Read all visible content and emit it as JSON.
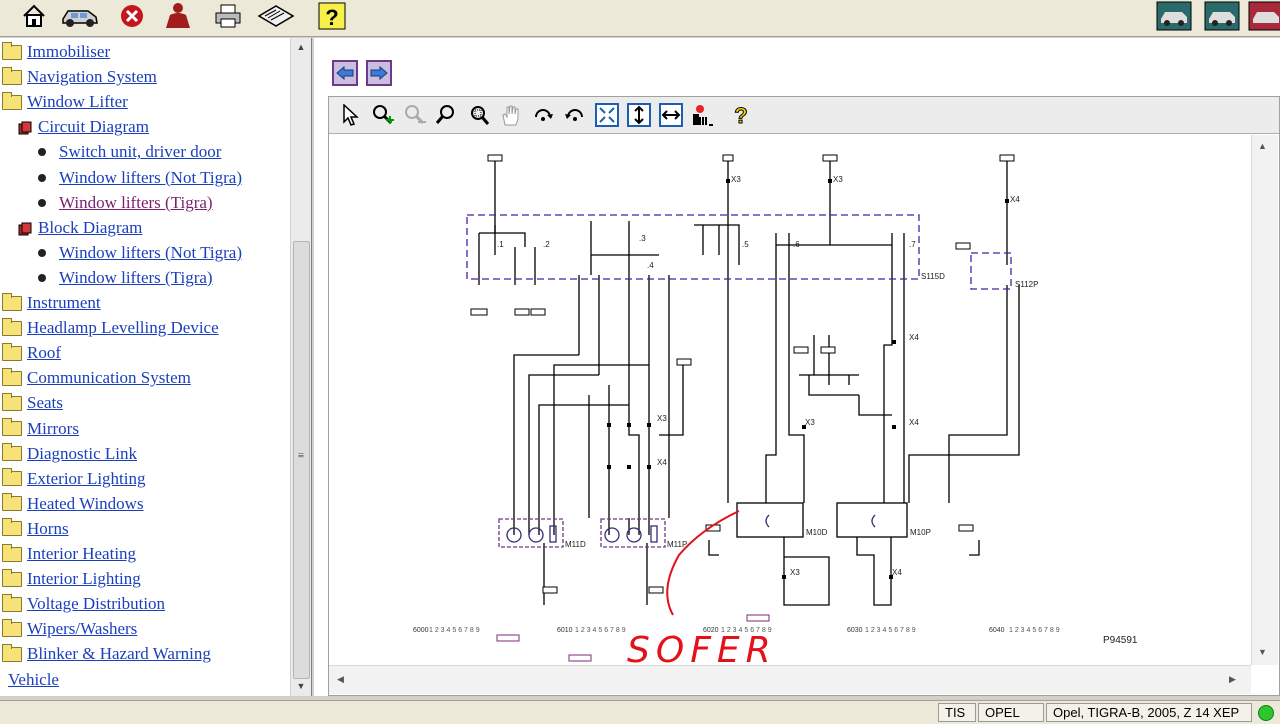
{
  "toolbar": {
    "icons": [
      "home-icon",
      "vehicle-icon",
      "stop-icon",
      "person-icon",
      "printer-icon",
      "notebook-icon",
      "help-icon"
    ],
    "right_icons": [
      "vehicle-icon",
      "vehicle-icon",
      "vehicle-icon"
    ]
  },
  "tree": {
    "items": [
      {
        "label": "Immobiliser",
        "type": "folder"
      },
      {
        "label": "Navigation System",
        "type": "folder"
      },
      {
        "label": "Window Lifter",
        "type": "folder-open"
      },
      {
        "label": "Circuit Diagram",
        "type": "book"
      },
      {
        "label": "Switch unit, driver door",
        "type": "leaf"
      },
      {
        "label": "Window lifters (Not Tigra)",
        "type": "leaf"
      },
      {
        "label": "Window lifters (Tigra)",
        "type": "leaf",
        "visited": true
      },
      {
        "label": "Block Diagram",
        "type": "book"
      },
      {
        "label": "Window lifters (Not Tigra)",
        "type": "leaf"
      },
      {
        "label": "Window lifters (Tigra)",
        "type": "leaf"
      },
      {
        "label": "Instrument",
        "type": "folder"
      },
      {
        "label": "Headlamp Levelling Device",
        "type": "folder"
      },
      {
        "label": "Roof",
        "type": "folder"
      },
      {
        "label": "Communication System",
        "type": "folder"
      },
      {
        "label": "Seats",
        "type": "folder"
      },
      {
        "label": "Mirrors",
        "type": "folder"
      },
      {
        "label": "Diagnostic Link",
        "type": "folder"
      },
      {
        "label": "Exterior Lighting",
        "type": "folder"
      },
      {
        "label": "Heated Windows",
        "type": "folder"
      },
      {
        "label": "Horns",
        "type": "folder"
      },
      {
        "label": "Interior Heating",
        "type": "folder"
      },
      {
        "label": "Interior Lighting",
        "type": "folder"
      },
      {
        "label": "Voltage Distribution",
        "type": "folder"
      },
      {
        "label": "Wipers/Washers",
        "type": "folder"
      },
      {
        "label": "Blinker & Hazard Warning",
        "type": "folder"
      },
      {
        "label": "Vehicle",
        "type": "root"
      }
    ]
  },
  "diagram": {
    "connector_labels": [
      "X3",
      "X3",
      "X4",
      "X3",
      "X3",
      "X4",
      "X3",
      "X4",
      "X4",
      "X4"
    ],
    "component_labels": [
      "S115D",
      "S112P",
      "M11D",
      "M11P",
      "M10D",
      "M10P"
    ],
    "switch_labels": [
      ".1",
      ".2",
      ".3",
      ".4",
      ".5",
      ".6",
      ".7"
    ],
    "ruler_left": "6000",
    "ruler_mid1": "6010",
    "ruler_mid2": "6020",
    "ruler_mid3": "6030",
    "ruler_right": "6040",
    "drawing_no": "P94591",
    "handwriting": "SOFER"
  },
  "status": {
    "app": "TIS",
    "make": "OPEL",
    "vehicle": "Opel, TIGRA-B, 2005, Z 14 XEP"
  }
}
